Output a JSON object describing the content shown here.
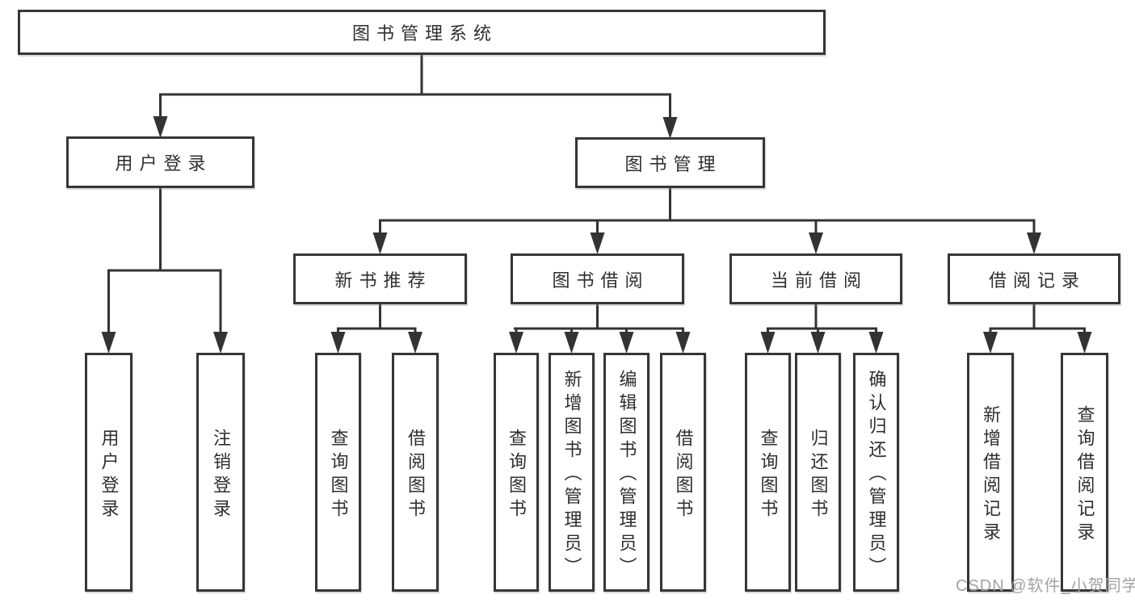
{
  "diagram": {
    "title_node": {
      "label": "图书管理系统"
    },
    "level2": [
      {
        "id": "user-login",
        "label": "用户登录"
      },
      {
        "id": "book-management",
        "label": "图书管理"
      }
    ],
    "level3": [
      {
        "id": "new-book-recommend",
        "label": "新书推荐"
      },
      {
        "id": "book-borrow",
        "label": "图书借阅"
      },
      {
        "id": "current-borrow",
        "label": "当前借阅"
      },
      {
        "id": "borrow-records",
        "label": "借阅记录"
      }
    ],
    "leaves": [
      {
        "group": "user-login",
        "label": "用户登录"
      },
      {
        "group": "user-login",
        "label": "注销登录"
      },
      {
        "group": "new-book-recommend",
        "label": "查询图书"
      },
      {
        "group": "new-book-recommend",
        "label": "借阅图书"
      },
      {
        "group": "book-borrow",
        "label": "查询图书"
      },
      {
        "group": "book-borrow",
        "label": "新增图书（管理员）"
      },
      {
        "group": "book-borrow",
        "label": "编辑图书（管理员）"
      },
      {
        "group": "book-borrow",
        "label": "借阅图书"
      },
      {
        "group": "current-borrow",
        "label": "查询图书"
      },
      {
        "group": "current-borrow",
        "label": "归还图书"
      },
      {
        "group": "current-borrow",
        "label": "确认归还（管理员）"
      },
      {
        "group": "borrow-records",
        "label": "新增借阅记录"
      },
      {
        "group": "borrow-records",
        "label": "查询借阅记录"
      }
    ],
    "colors": {
      "line": "#333333",
      "text": "#2f2f2f",
      "background": "#ffffff",
      "watermark": "#a3a3a3"
    }
  },
  "watermark": {
    "text": "CSDN @软件_小贺同学"
  }
}
